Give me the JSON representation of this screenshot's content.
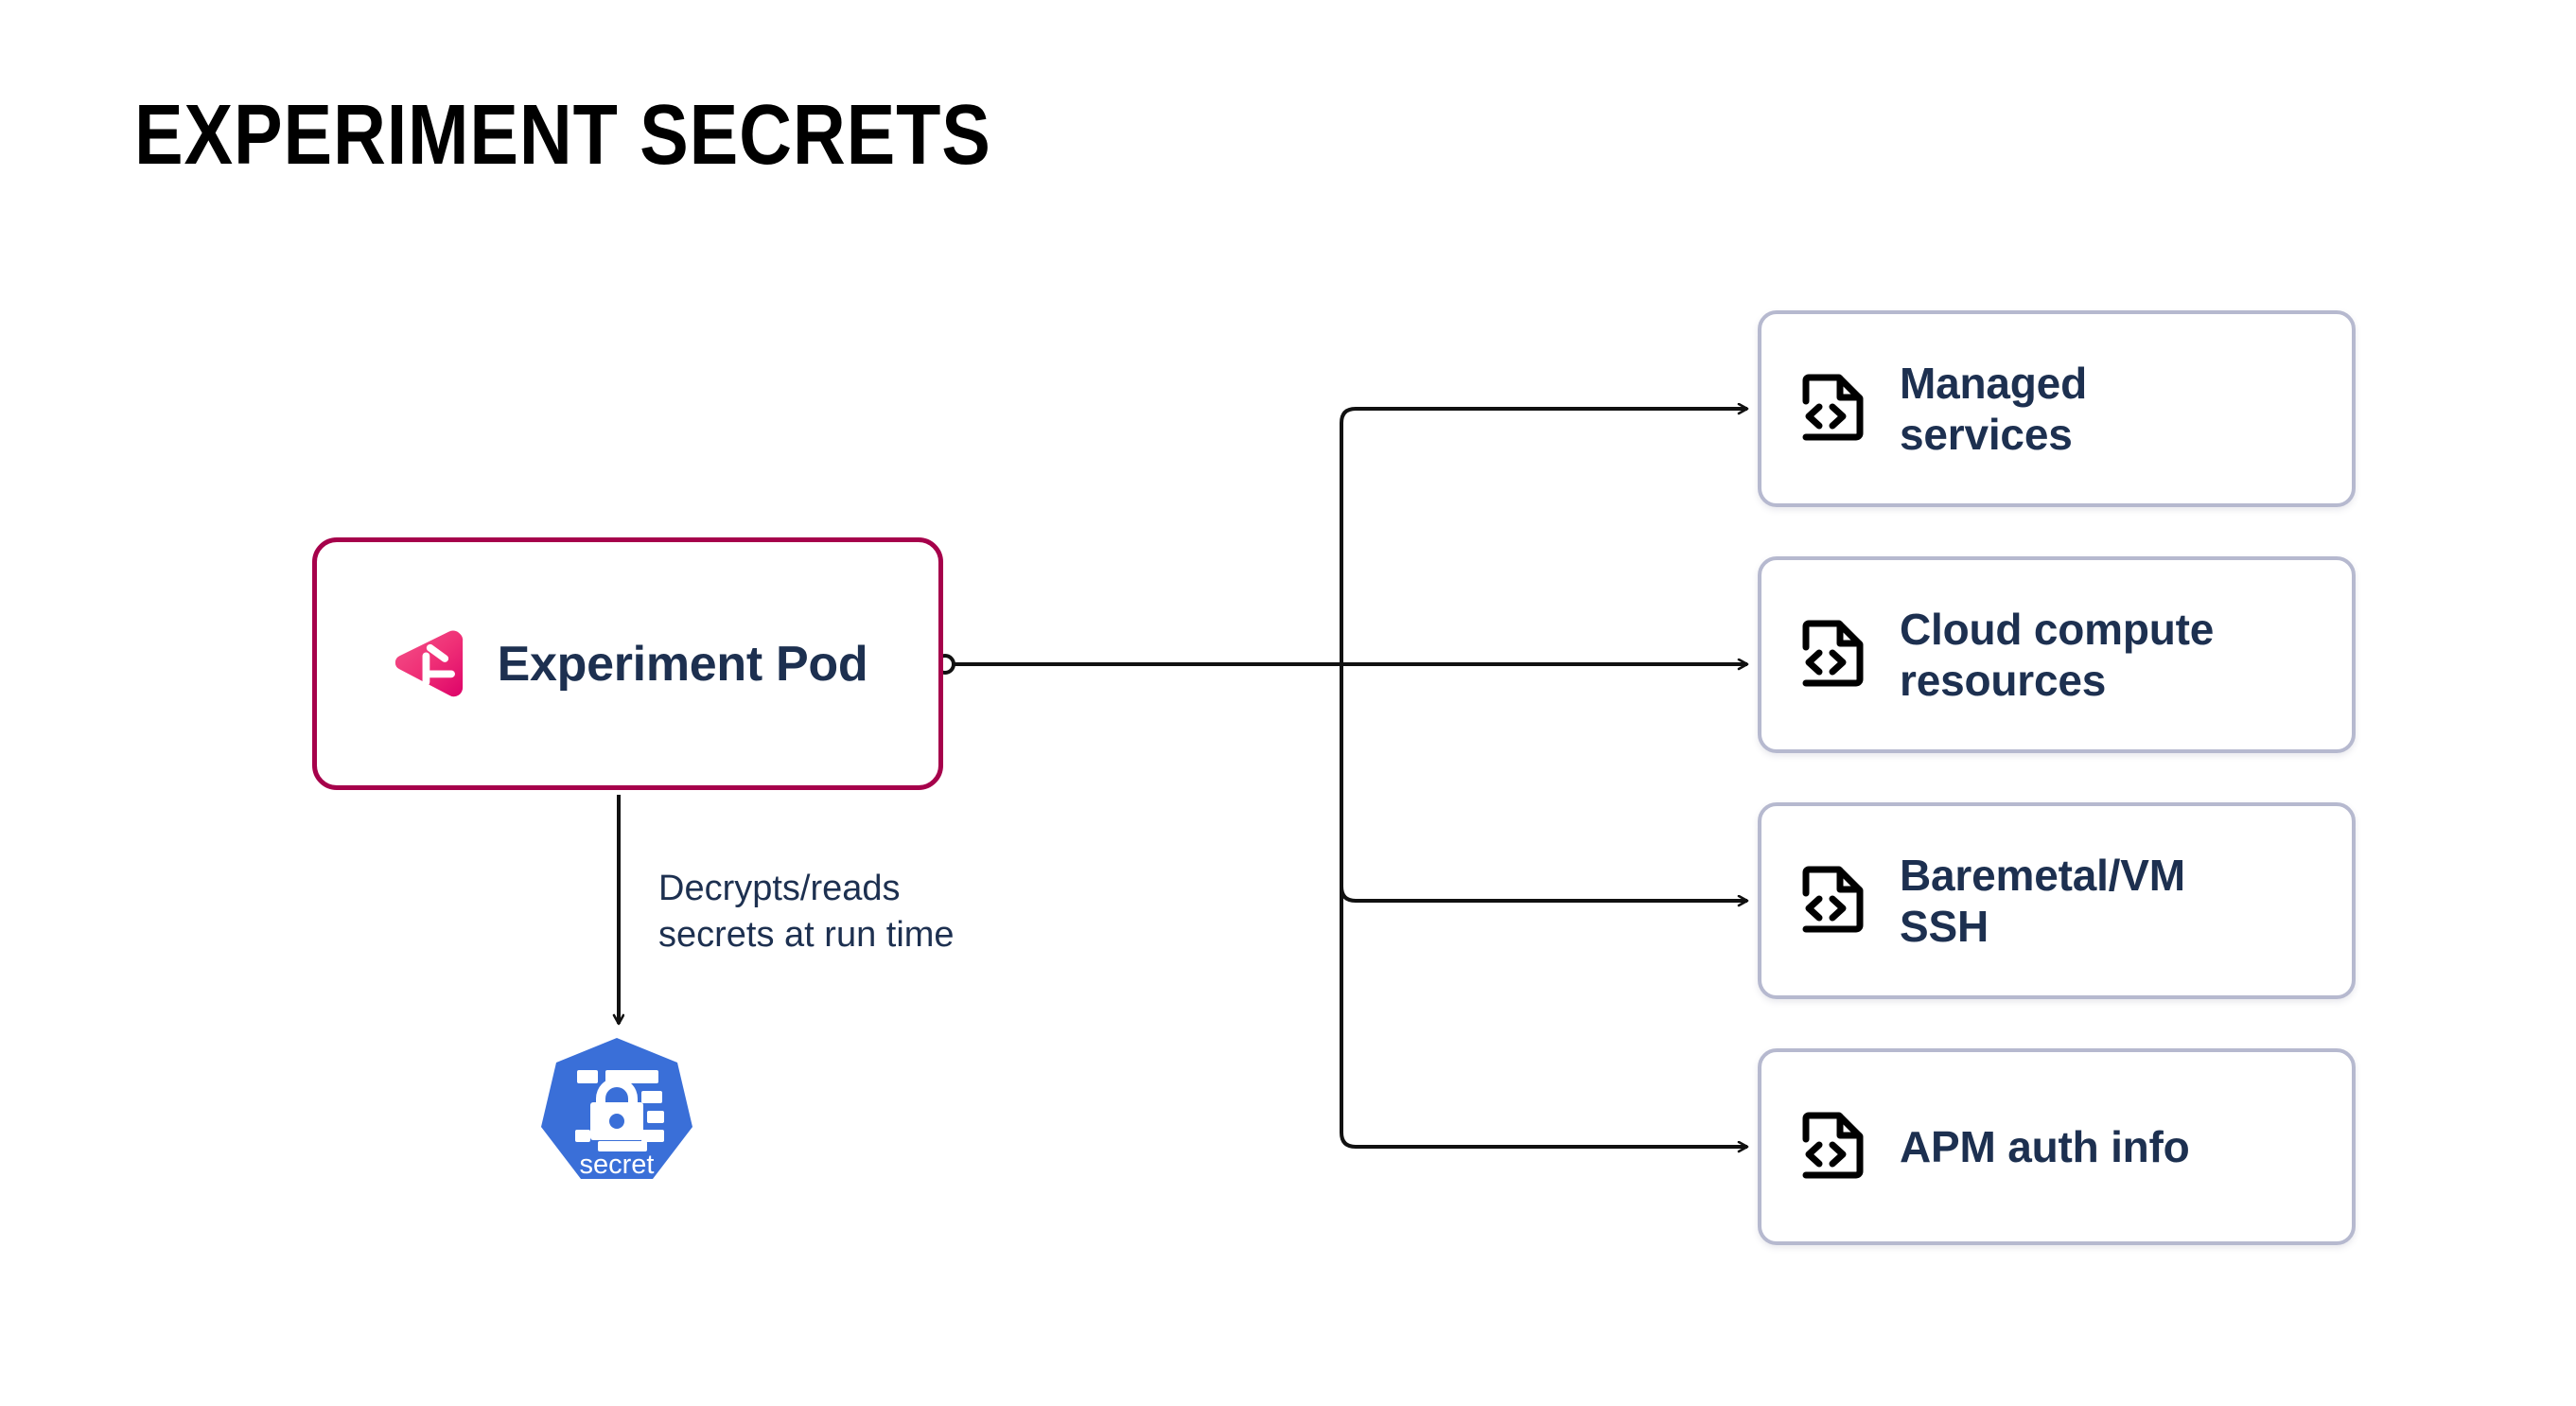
{
  "page": {
    "title": "EXPERIMENT SECRETS",
    "background_color": "#ffffff"
  },
  "colors": {
    "pod_border": "#a6014b",
    "pod_logo_pink_light": "#f2487f",
    "pod_logo_pink_dark": "#e2096d",
    "card_border": "#b6b9cf",
    "text_navy": "#1d3050",
    "connector": "#111111",
    "kubernetes_blue": "#3a6fd8",
    "title_black": "#000000"
  },
  "nodes": {
    "pod": {
      "label": "Experiment Pod",
      "icon": "harness-chaos-logo-icon",
      "border_color": "#a6014b"
    },
    "secret": {
      "label": "secret",
      "icon": "kubernetes-secret-icon",
      "shape": "heptagon",
      "fill": "#3a6fd8"
    }
  },
  "edges": {
    "pod_to_secret": {
      "label": "Decrypts/reads\nsecrets at run time",
      "arrow": "down-arrow"
    },
    "pod_to_resources": {
      "label": "",
      "origin_marker": "connection-dot",
      "arrow": "right-arrow",
      "branches": 4
    }
  },
  "resource_cards": [
    {
      "label": "Managed\nservices",
      "icon": "code-file-icon"
    },
    {
      "label": "Cloud compute\nresources",
      "icon": "code-file-icon"
    },
    {
      "label": "Baremetal/VM\nSSH",
      "icon": "code-file-icon"
    },
    {
      "label": "APM auth info",
      "icon": "code-file-icon"
    }
  ]
}
